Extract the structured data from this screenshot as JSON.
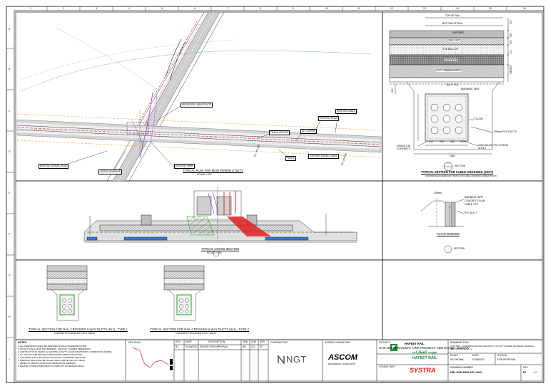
{
  "sheet": {
    "border_letters": [
      "A",
      "B",
      "C",
      "D",
      "E",
      "F",
      "G",
      "H",
      "J"
    ],
    "border_numbers": [
      "1",
      "2",
      "3",
      "4",
      "5",
      "6",
      "7",
      "8",
      "9",
      "10",
      "11",
      "12",
      "13",
      "14",
      "15",
      "16"
    ]
  },
  "plan": {
    "callouts": [
      {
        "text": "EXISTING GRAVEL ROAD"
      },
      {
        "text": "PROPOSED CABLE ROUTE"
      },
      {
        "text": "CROSS DRAINAGE"
      },
      {
        "text": "EXISTING FIBRE"
      },
      {
        "text": "TRACK CENTRE"
      },
      {
        "text": "CH. 120+000"
      },
      {
        "text": "EXISTING ROAD"
      },
      {
        "text": "EXISTING CABLE"
      },
      {
        "text": "EXISTING SIGNAL CABLE"
      },
      {
        "text": "FENCE"
      }
    ],
    "chainage_1": "CH. 20+180",
    "chainage_2": "CH. 20+200",
    "caption": "TYPICAL PLAN FOR MAIN POWER UTILITY",
    "scale": "SCALE 1:500"
  },
  "cable_section": {
    "layers": [
      "TOP OF RAIL",
      "BOTTOM OF RAIL",
      "SLEEPER",
      "BALLAST",
      "SUB BALLAST",
      "SUBGRADE",
      "CUT / EMBANKMENT",
      "BACK FILL",
      "WARNING TAPE"
    ],
    "dims": [
      "300",
      "350",
      "300",
      "100",
      "VARIES",
      "600"
    ],
    "duct_label": "200mm PVC DUCTS",
    "rebar_label": "T12-200",
    "concrete_label": "GRADE C40 CONCRETE",
    "sheet_label": "1000 GAUGE POLYTHENE SHEET",
    "width": "1500",
    "bottom_dims": [
      "200",
      "200",
      "200",
      "200"
    ],
    "section_tag": "SECTION",
    "caption": "TYPICAL SECTION FOR CABLE CROSSING (3X6Y)",
    "note": "CONCRETE ENCASED DUCT BANK FOR CABLE CROSSING UNDER TRACK"
  },
  "cross_section": {
    "caption": "TYPICAL CROSS SECTION",
    "scale": "SCALE 1:100"
  },
  "plate": {
    "labels": [
      "WARNING TAPE",
      "CONCRETE SLAB",
      "CABLE TILE",
      "200mm",
      "PVC DUCT"
    ],
    "caption": "PLATE MARKER",
    "section_tag": "SECTION"
  },
  "details": [
    {
      "caption": "TYPICAL SECTION FOR RAIL CROSSING 6 WAY DUCTS (6x1) - TYPE 1",
      "sub": "CONCRETE ENCASED DUCT BANK"
    },
    {
      "caption": "TYPICAL SECTION FOR RAIL CROSSING 6 WAY DUCTS (6x1) - TYPE 2",
      "sub": "CONCRETE ENCASED DUCT BANK"
    }
  ],
  "notes": {
    "title": "NOTES:",
    "lines": [
      "1. ALL DIMENSIONS ARE IN MILLIMETRES UNLESS OTHERWISE NOTED.",
      "2. DO NOT SCALE FROM THIS DRAWING. USE ONLY FIGURED DIMENSIONS.",
      "3. CONTRACTOR TO VERIFY ALL EXISTING UTILITY LOCATIONS PRIOR TO COMMENCING WORKS.",
      "4. ALL DUCTS TO BE SEALED AT BOTH ENDS AFTER INSTALLATION.",
      "5. CONCRETE SHALL BE GRADE C40 UNLESS OTHERWISE SPECIFIED.",
      "6. WARNING TAPE SHALL BE PLACED 300mm ABOVE THE DUCT BANK.",
      "7. REFER TO SPECIFICATION FOR CABLE ROUTE MARKERS.",
      "8. BACKFILL TO BE COMPACTED IN LAYERS NOT EXCEEDING 200mm."
    ]
  },
  "key_plan": {
    "title": "KEY PLAN"
  },
  "revisions": {
    "headers": [
      "REV",
      "DATE",
      "DESCRIPTION",
      "DRN",
      "CHK",
      "APP"
    ],
    "rows": [
      {
        "rev": "B1",
        "date": "01/06/2023",
        "desc": "ISSUED FOR APPROVAL",
        "drn": "AB",
        "chk": "CD",
        "app": "EF"
      }
    ]
  },
  "contractor": {
    "label": "CONTRACTOR",
    "logo": "NGT"
  },
  "designer": {
    "label": "DESIGN CONSULTANT",
    "logo": "ASCOM",
    "logo_sub": "ENGINEERING CONSULTANTS"
  },
  "project": {
    "label": "PROJECT",
    "client_name": "HAFEET RAIL",
    "title": "UAE OMAN RAILWAY LINK PROJECT ABU DHABI - SOHAR",
    "client_arabic": "حفيت للقطارات",
    "client_brand": "HAFEET RAIL",
    "consultant": "SYSTRA",
    "consultant_label": "CONSULTANT"
  },
  "drawing": {
    "title_label": "DRAWING TITLE",
    "title": "UTILITIES - TRANSMISSION PROTECTION & UTILITY POWER CROSSING DETAILS - SECTION DETAILS - 2",
    "scale_label": "SCALE",
    "scale": "AS SHOWN",
    "date_label": "DATE",
    "date": "01/06/2023",
    "status_label": "STATUS",
    "status": "FOR APPROVAL",
    "number_label": "DRAWING NUMBER",
    "number": "HRL-UOR-DWG-UTL-0023",
    "rev_label": "REV",
    "rev": "B1",
    "size": "A1"
  }
}
